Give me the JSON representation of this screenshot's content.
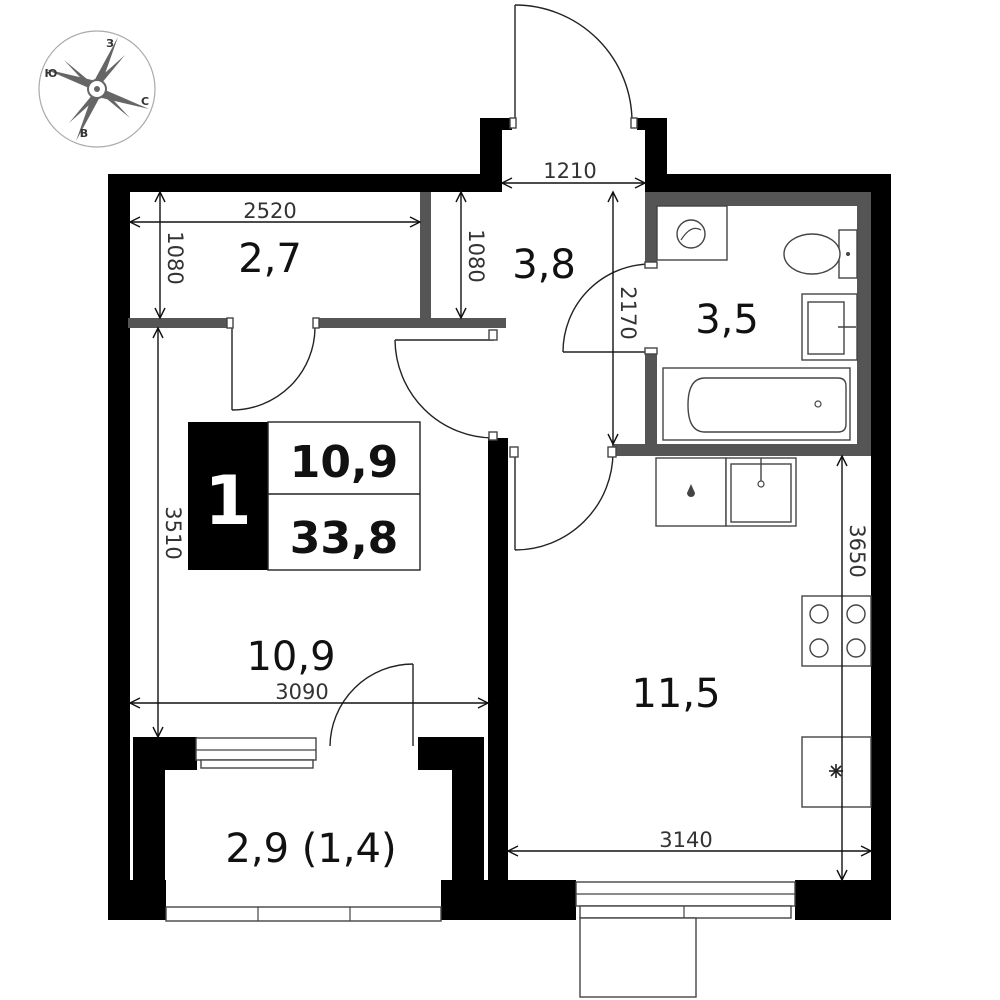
{
  "compass": {
    "labels": {
      "north": "З",
      "east": "С",
      "south": "В",
      "west": "Ю"
    }
  },
  "summary": {
    "rooms": "1",
    "living_area": "10,9",
    "total_area": "33,8"
  },
  "rooms": [
    {
      "id": "storage",
      "area": "2,7"
    },
    {
      "id": "hall",
      "area": "3,8"
    },
    {
      "id": "bathroom",
      "area": "3,5"
    },
    {
      "id": "bedroom",
      "area": "10,9"
    },
    {
      "id": "kitchen",
      "area": "11,5"
    },
    {
      "id": "loggia",
      "area": "2,9 (1,4)"
    }
  ],
  "dimensions": {
    "storage_width": "2520",
    "storage_depth": "1080",
    "hall_depth": "1080",
    "entry_width": "1210",
    "bath_depth": "2170",
    "bedroom_depth": "3510",
    "bedroom_width": "3090",
    "kitchen_depth": "3650",
    "kitchen_width": "3140"
  }
}
